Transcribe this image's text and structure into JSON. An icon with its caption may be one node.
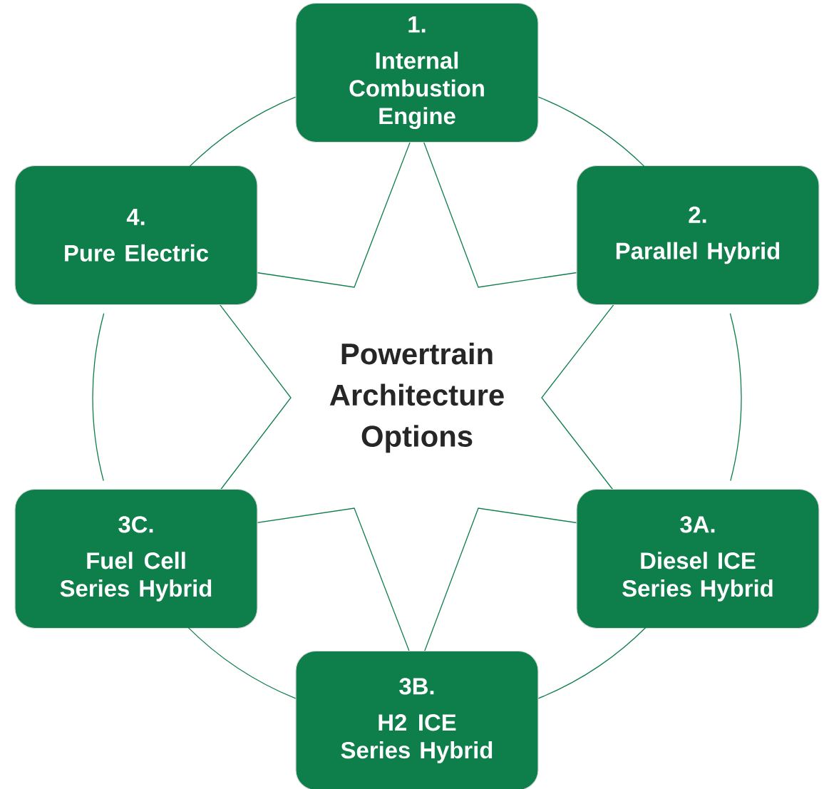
{
  "diagram": {
    "nodes": [
      {
        "text": [
          "1.",
          "Internal Combustion Engine"
        ]
      },
      {
        "text": [
          "2.",
          "Parallel Hybrid"
        ]
      },
      {
        "text": [
          "3A.",
          "Diesel ICE Series Hybrid"
        ]
      },
      {
        "text": [
          "3B.",
          "H2 ICE Series Hybrid"
        ]
      },
      {
        "text": [
          "3C.",
          "Fuel Cell Series Hybrid"
        ]
      },
      {
        "text": [
          "4.",
          "Pure Electric"
        ]
      },
      {
        "text": [
          "Powertrain Architecture Options"
        ]
      }
    ],
    "edges": [
      {
        "from": 0,
        "to": 1,
        "arrow": "none"
      },
      {
        "from": 1,
        "to": 2,
        "arrow": "none"
      },
      {
        "from": 2,
        "to": 3,
        "arrow": "none"
      },
      {
        "from": 3,
        "to": 4,
        "arrow": "none"
      },
      {
        "from": 4,
        "to": 5,
        "arrow": "none"
      },
      {
        "from": 5,
        "to": 0,
        "arrow": "none"
      }
    ]
  }
}
